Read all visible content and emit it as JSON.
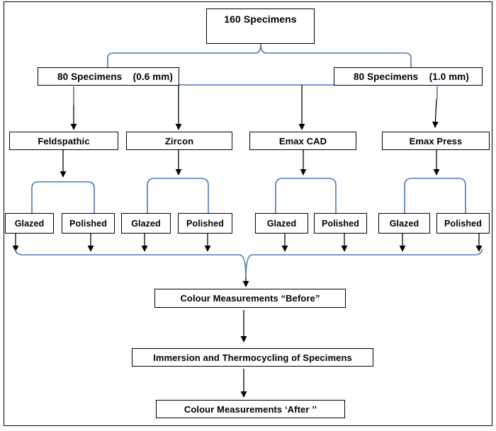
{
  "diagram": {
    "root": "160 Specimens",
    "thickness_groups": [
      "80 Specimens    (0.6 mm)",
      "80 Specimens    (1.0 mm)"
    ],
    "materials": [
      "Feldspathic",
      "Zircon",
      "Emax CAD",
      "Emax Press"
    ],
    "surface_treatments": [
      "Glazed",
      "Polished"
    ],
    "steps": [
      "Colour Measurements “Before”",
      "Immersion and Thermocycling of Specimens",
      "Colour Measurements ‘After ’’"
    ],
    "colors": {
      "bracket": "#4a78b5",
      "arrow": "#000000",
      "border": "#000000"
    }
  }
}
